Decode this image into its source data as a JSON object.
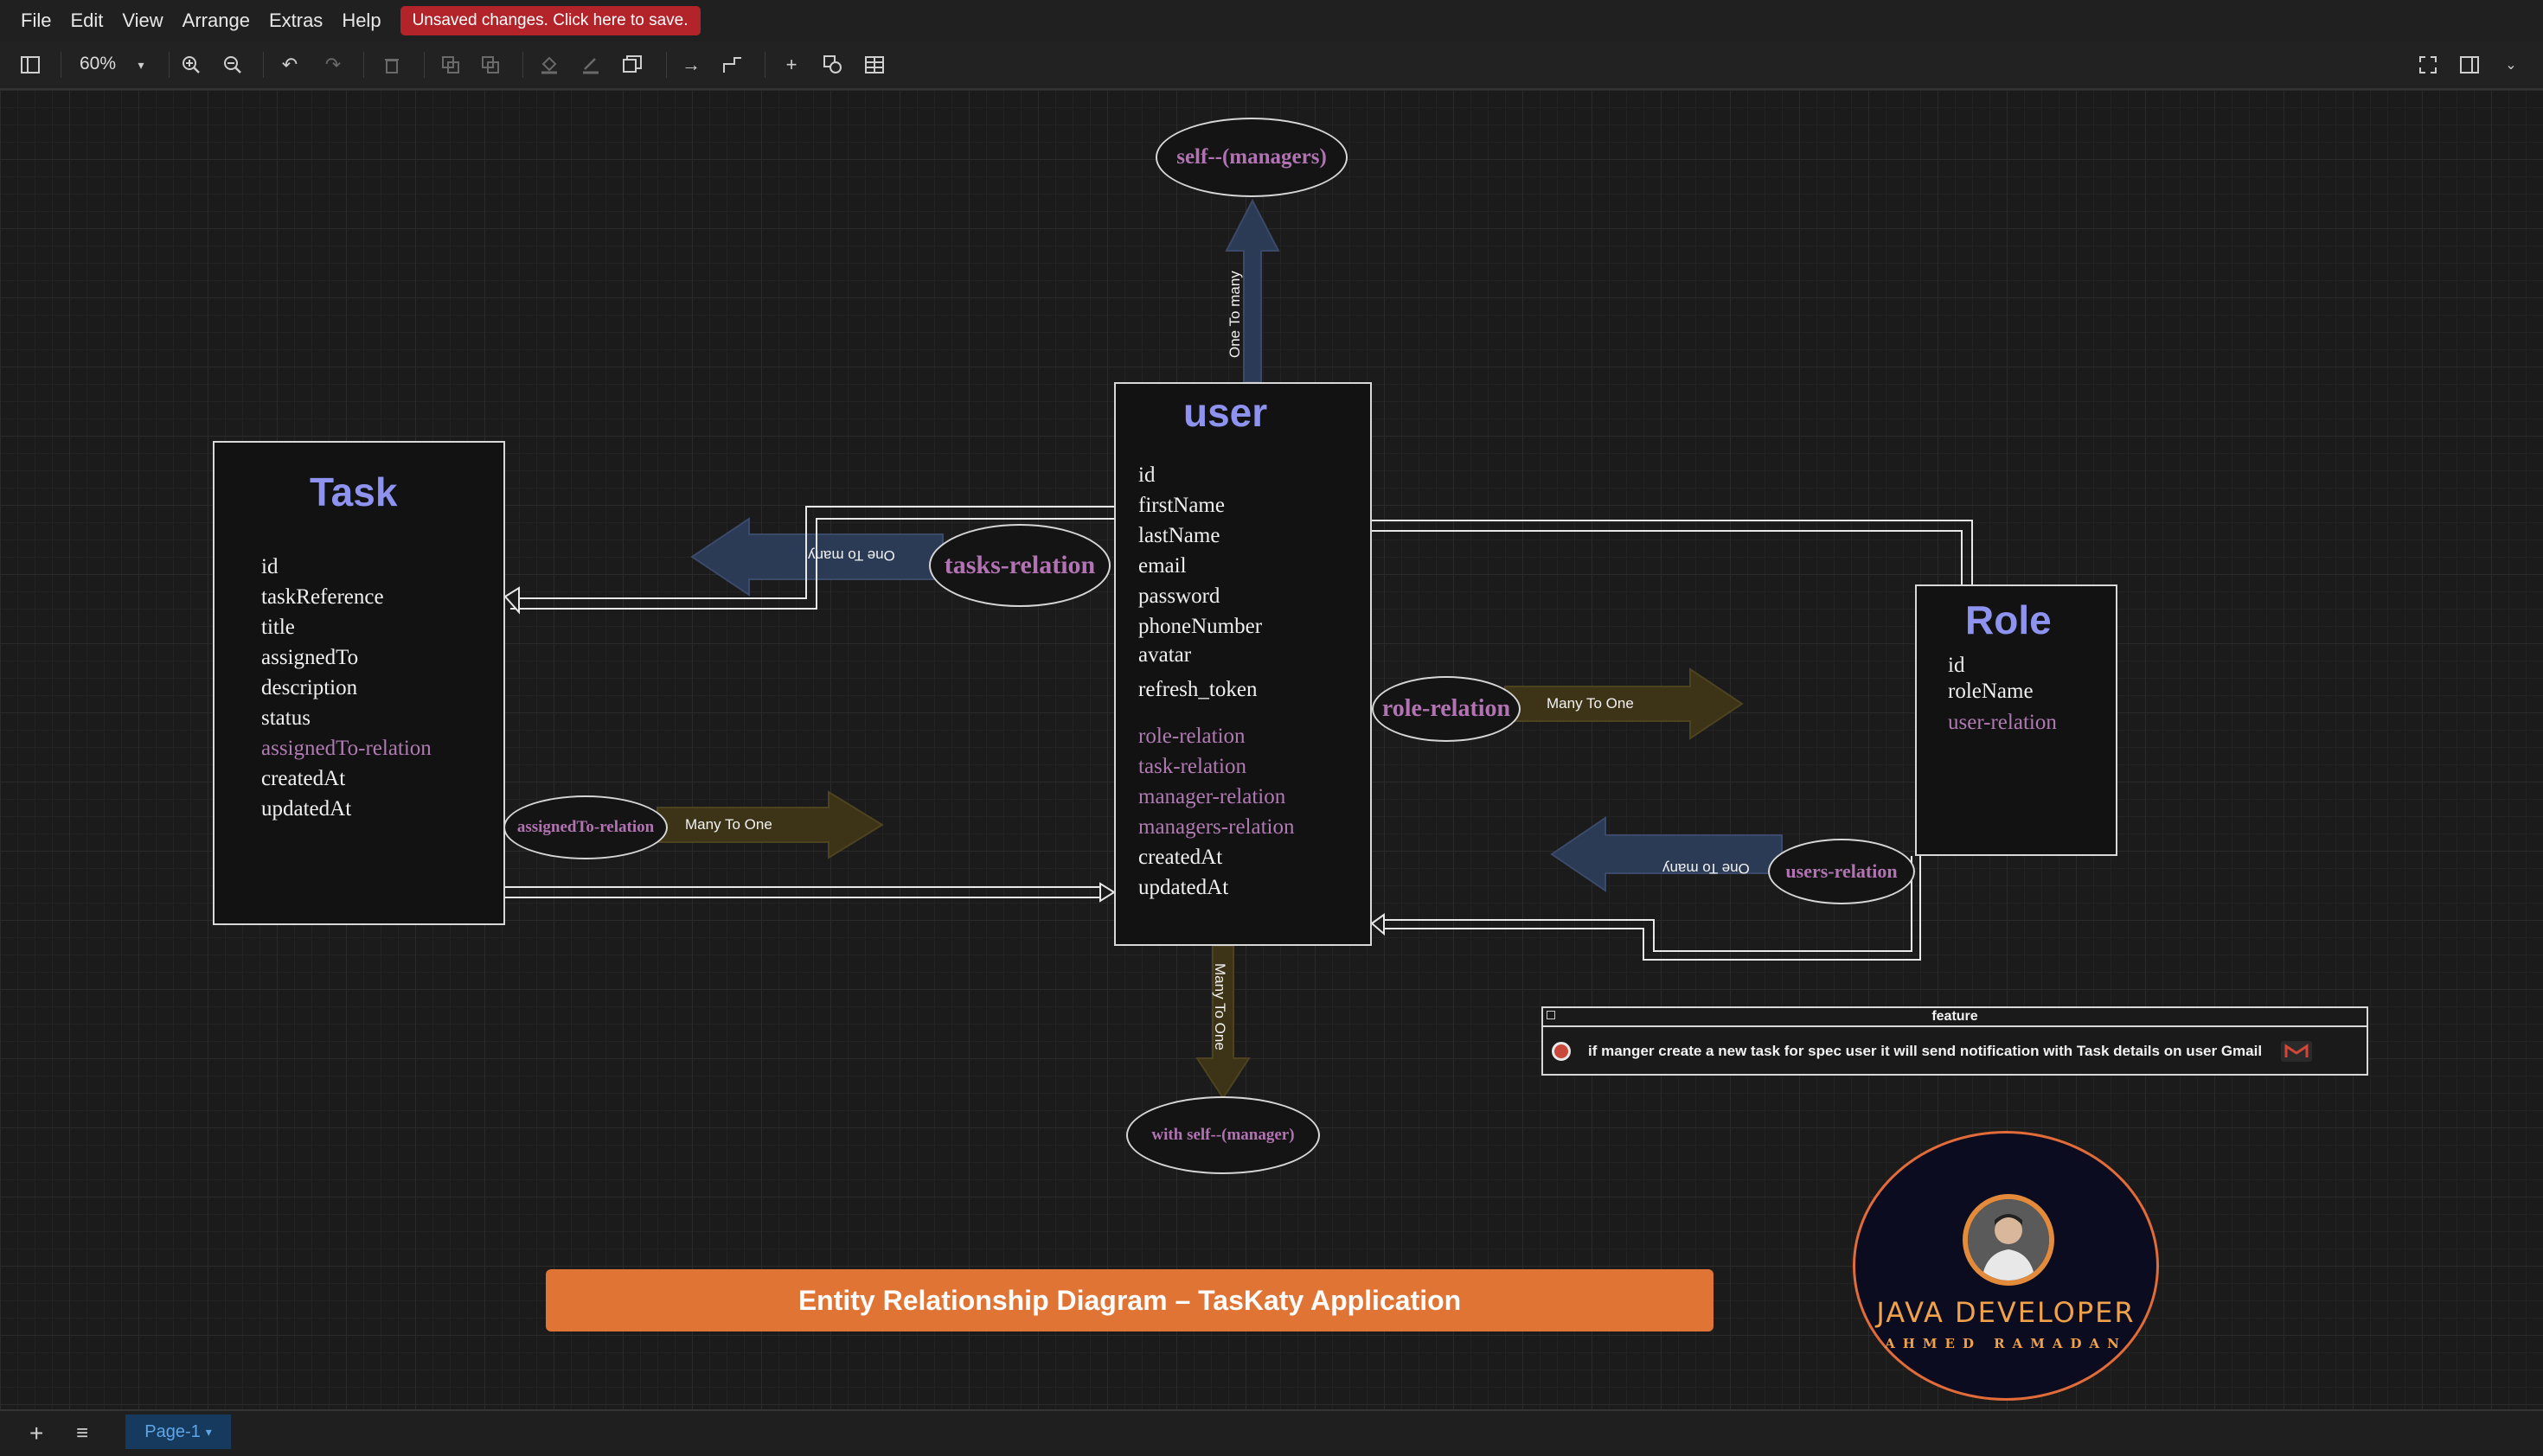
{
  "menubar": {
    "items": [
      "File",
      "Edit",
      "View",
      "Arrange",
      "Extras",
      "Help"
    ],
    "unsaved_notice": "Unsaved changes. Click here to save."
  },
  "toolbar": {
    "zoom": "60%",
    "tools": [
      "format-panel-icon",
      "zoom-in-icon",
      "zoom-out-icon",
      "undo-icon",
      "redo-icon",
      "delete-icon",
      "to-front-icon",
      "to-back-icon",
      "fill-color-icon",
      "line-color-icon",
      "shadow-icon",
      "connection-icon",
      "waypoints-icon",
      "insert-icon",
      "shapes-icon",
      "table-icon",
      "fullscreen-icon",
      "panel-toggle-icon",
      "collapse-icon"
    ]
  },
  "entities": {
    "task": {
      "title": "Task",
      "attributes": [
        "id",
        "taskReference",
        "title",
        "assignedTo",
        "description",
        "status",
        "assignedTo-relation",
        "createdAt",
        "updatedAt"
      ]
    },
    "user": {
      "title": "user",
      "attributes": [
        "id",
        "firstName",
        "lastName",
        "email",
        "password",
        "phoneNumber",
        "avatar",
        "refresh_token",
        "role-relation",
        "task-relation",
        "manager-relation",
        "managers-relation",
        "createdAt",
        "updatedAt"
      ]
    },
    "role": {
      "title": "Role",
      "attributes": [
        "id",
        "roleName",
        "user-relation"
      ]
    }
  },
  "relations": {
    "self_managers": "self--(managers)",
    "self_manager": "with self--(manager)",
    "tasks_relation": "tasks-relation",
    "role_relation": "role-relation",
    "assigned_relation": "assignedTo-relation",
    "users_relation": "users-relation"
  },
  "arrow_labels": {
    "one_to_many": "One To many",
    "many_to_one": "Many To One",
    "many_to_one_vertical": "Many To One"
  },
  "feature": {
    "header": "feature",
    "text": "if manger create a new task for spec user it will send notification with Task details on user Gmail"
  },
  "banner": "Entity Relationship Diagram  – TasKaty Application",
  "logo": {
    "title": "JAVA DEVELOPER",
    "subtitle": "AHMED RAMADAN"
  },
  "footer": {
    "page_tab": "Page-1"
  },
  "colors": {
    "title_blue": "#8d93ee",
    "relation_purple": "#b07ab2",
    "banner_orange": "#e07434",
    "unsaved_red": "#b3232a",
    "arrow_blue": "#2b3a55",
    "arrow_olive": "#3d3418"
  }
}
